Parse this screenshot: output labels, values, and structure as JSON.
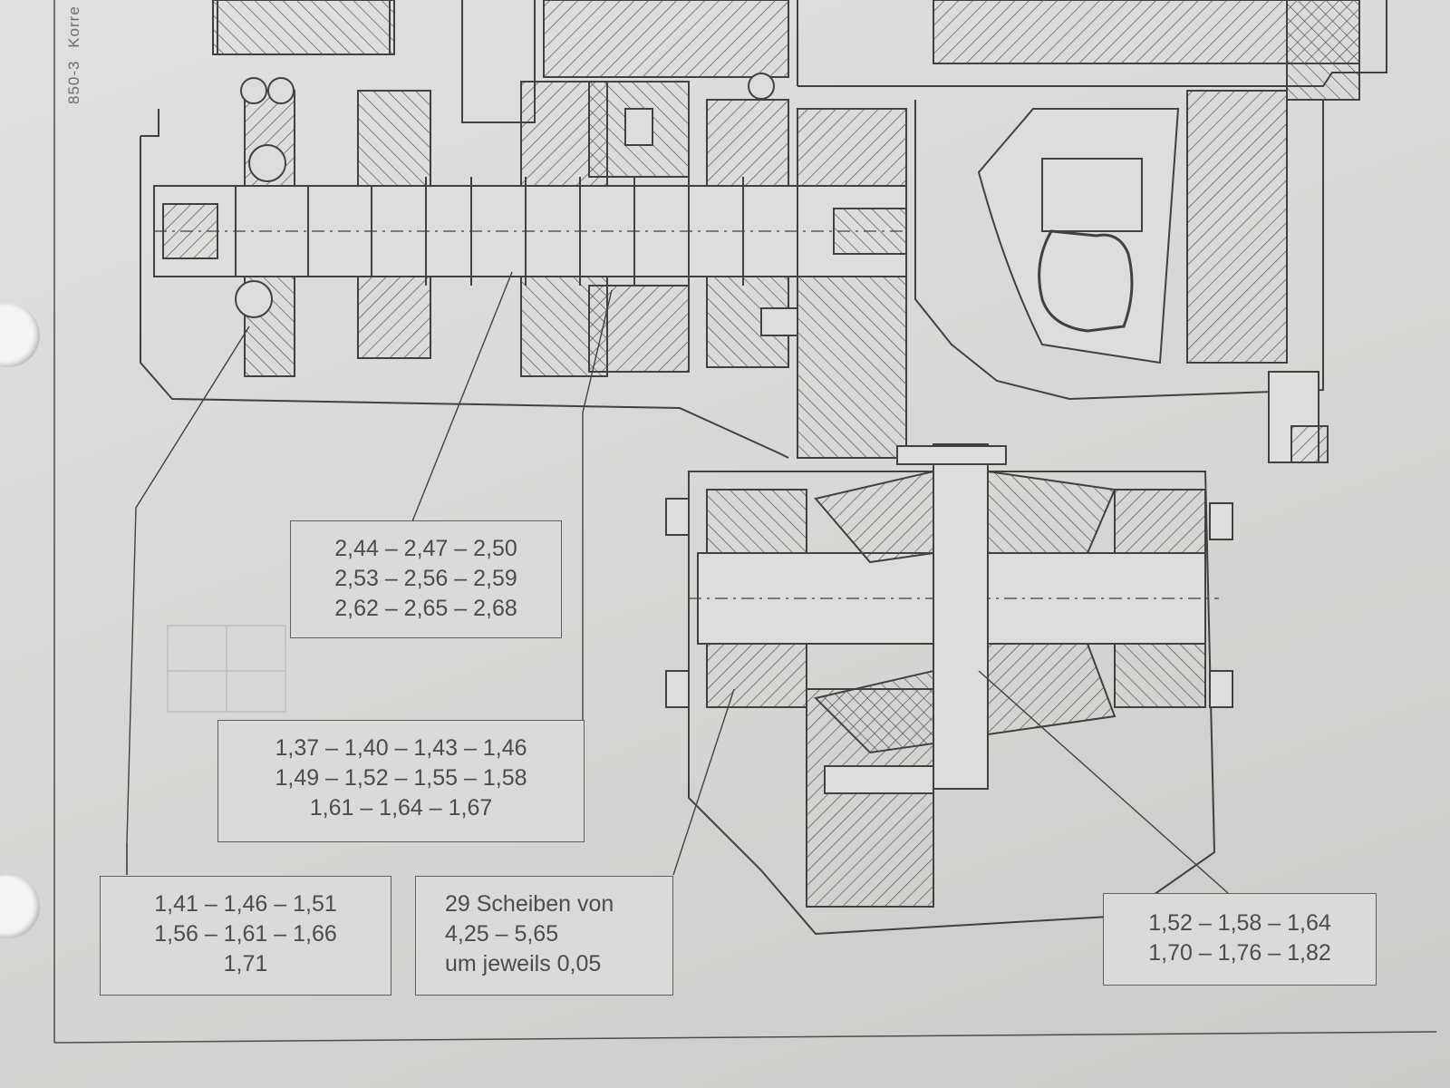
{
  "margin_reference": {
    "code": "850-3",
    "word": "Korre"
  },
  "diagram": {
    "type": "gearbox-cross-section",
    "line_color": "#3f423f",
    "paper_color": "#d9dbd8",
    "callouts": [
      {
        "id": "upper-middle",
        "lines": [
          "2,44 – 2,47 – 2,50",
          "2,53 – 2,56 – 2,59",
          "2,62 – 2,65 – 2,68"
        ]
      },
      {
        "id": "middle",
        "lines": [
          "1,37 – 1,40 – 1,43 – 1,46",
          "1,49 – 1,52 – 1,55 – 1,58",
          "1,61 – 1,64 – 1,67"
        ]
      },
      {
        "id": "lower-left",
        "lines": [
          "1,41 – 1,46 – 1,51",
          "1,56 – 1,61 – 1,66",
          "1,71"
        ]
      },
      {
        "id": "lower-center",
        "lines": [
          "29 Scheiben von",
          "4,25 – 5,65",
          "um jeweils 0,05"
        ]
      },
      {
        "id": "lower-right",
        "lines": [
          "1,52 – 1,58 – 1,64",
          "1,70 – 1,76 – 1,82"
        ]
      }
    ]
  }
}
